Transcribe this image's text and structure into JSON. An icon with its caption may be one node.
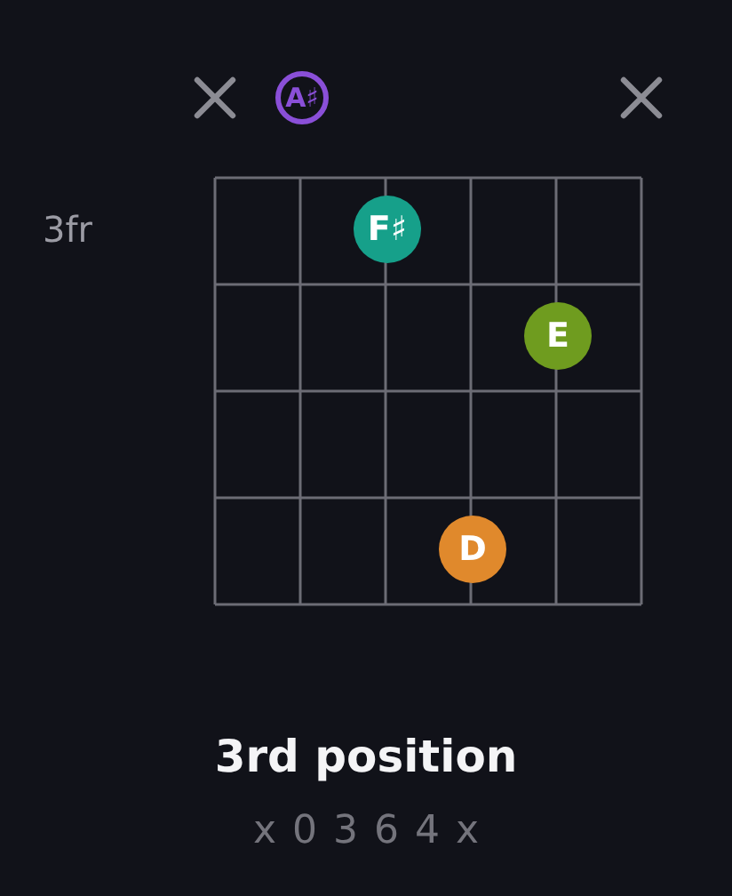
{
  "diagram": {
    "title": "3rd position",
    "nodes": [
      {
        "text": [
          "A♯"
        ]
      },
      {
        "text": [
          "F♯"
        ]
      },
      {
        "text": [
          "E"
        ]
      },
      {
        "text": [
          "D"
        ]
      }
    ],
    "labels": [
      "3fr",
      "x 0 3 6 4 x"
    ]
  }
}
